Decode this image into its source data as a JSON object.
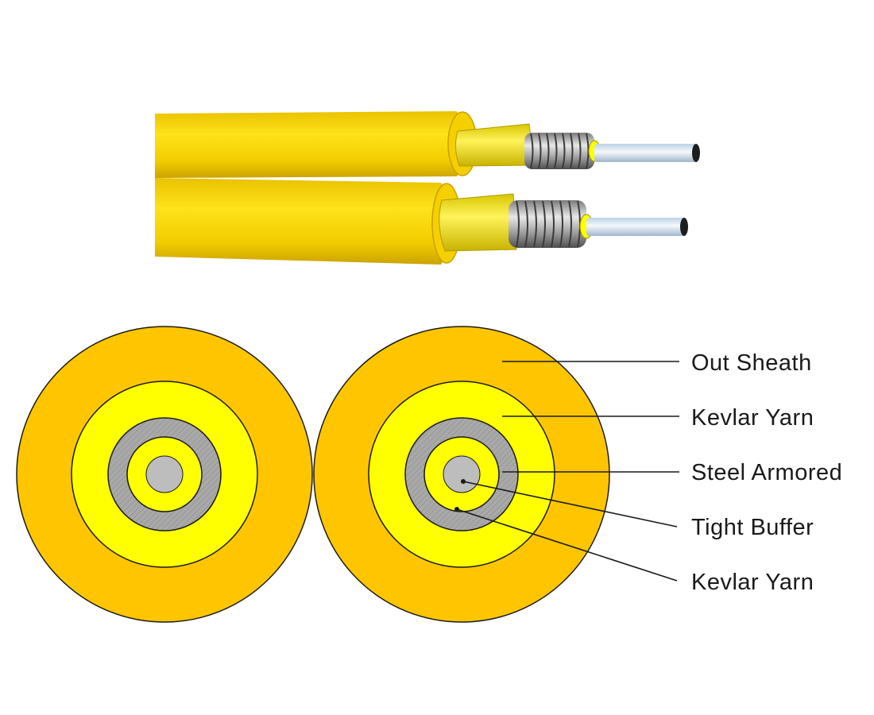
{
  "diagram": {
    "labels": {
      "out_sheath": "Out Sheath",
      "kevlar_yarn_outer": "Kevlar Yarn",
      "steel_armored": "Steel Armored",
      "tight_buffer": "Tight Buffer",
      "kevlar_yarn_inner": "Kevlar Yarn"
    },
    "colors": {
      "out_sheath": "#FFC600",
      "kevlar_yarn": "#FFFF00",
      "steel_armored": "#A8A8A8",
      "tight_buffer": "#FFFF00",
      "fiber_core": "#BDBDBD",
      "leader_line": "#1a1a1a"
    }
  }
}
